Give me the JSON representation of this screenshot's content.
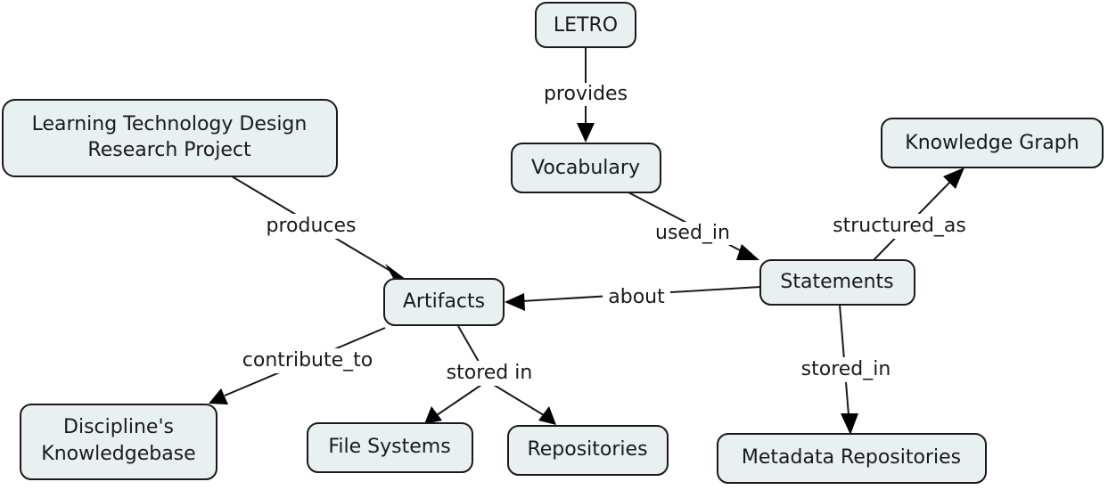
{
  "concepts": {
    "letro": "LETRO",
    "vocabulary": "Vocabulary",
    "project_line1": "Learning Technology Design",
    "project_line2": "Research Project",
    "knowledge_graph": "Knowledge Graph",
    "statements": "Statements",
    "artifacts": "Artifacts",
    "discipline_line1": "Discipline's",
    "discipline_line2": "Knowledgebase",
    "file_systems": "File Systems",
    "repositories": "Repositories",
    "metadata_repositories": "Metadata Repositories"
  },
  "links": {
    "provides": "provides",
    "used_in": "used_in",
    "structured_as": "structured_as",
    "produces": "produces",
    "about": "about",
    "contribute_to": "contribute_to",
    "stored_in_artifacts": "stored in",
    "stored_in_statements": "stored_in"
  },
  "colors": {
    "node_fill": "#e9f0f2",
    "node_stroke": "#1a1a1a",
    "arrow": "#000000"
  }
}
